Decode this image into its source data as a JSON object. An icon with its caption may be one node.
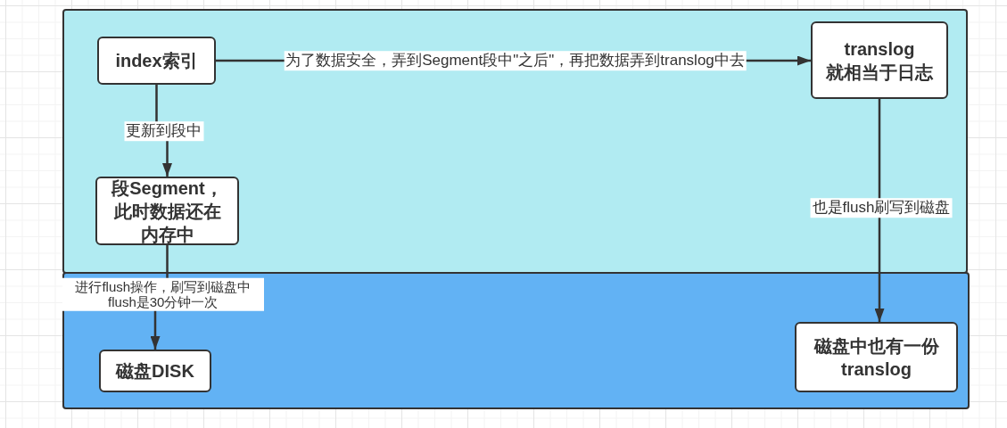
{
  "diagram": {
    "nodes": [
      {
        "text": [],
        "shape": "box"
      },
      {
        "text": [
          "index索引"
        ],
        "in": 0
      },
      {
        "text": [
          "translog 就相当于日志"
        ],
        "in": 0
      },
      {
        "text": [
          "段Segment，此时数据还在内存中"
        ],
        "in": 0
      },
      {
        "text": [],
        "shape": "box"
      },
      {
        "text": [
          "磁盘DISK"
        ],
        "in": 4
      },
      {
        "text": [
          "磁盘中也有一份 translog"
        ],
        "in": 4
      }
    ],
    "edges": [
      {
        "from": 1,
        "to": 2,
        "arrow": "to",
        "label": "为了数据安全，弄到Segment段中\"之后\"，再把数据弄到translog中去"
      },
      {
        "from": 1,
        "to": 3,
        "arrow": "to",
        "label": "更新到段中"
      },
      {
        "from": 3,
        "to": 5,
        "arrow": "to",
        "label": "进行flush操作，刷写到磁盘中 flush是30分钟一次"
      },
      {
        "from": 2,
        "to": 6,
        "arrow": "to",
        "label": "也是flush刷写到磁盘"
      }
    ]
  }
}
